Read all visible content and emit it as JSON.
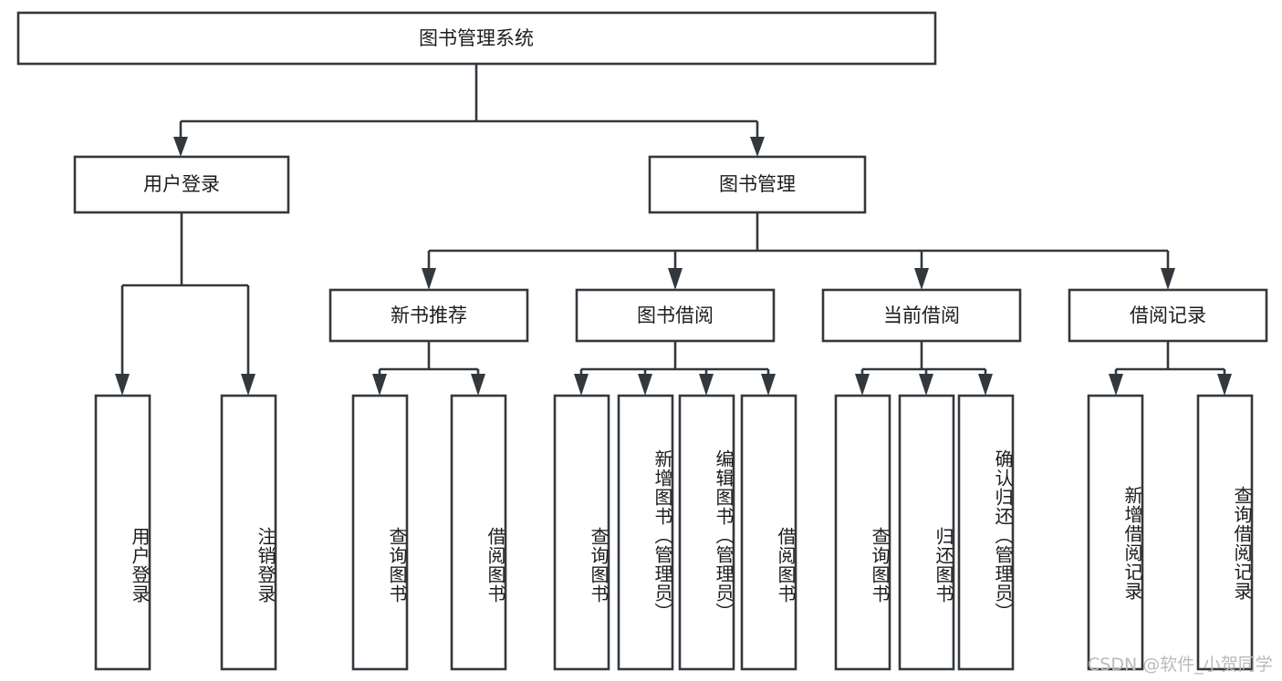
{
  "diagram": {
    "title": "图书管理系统",
    "type": "hierarchy-tree",
    "root": {
      "label": "图书管理系统"
    },
    "level2": [
      {
        "label": "用户登录"
      },
      {
        "label": "图书管理"
      }
    ],
    "level3": [
      {
        "label": "新书推荐"
      },
      {
        "label": "图书借阅"
      },
      {
        "label": "当前借阅"
      },
      {
        "label": "借阅记录"
      }
    ],
    "leaves": {
      "user_login": [
        {
          "label": "用户登录"
        },
        {
          "label": "注销登录"
        }
      ],
      "new_book_recommend": [
        {
          "label": "查询图书"
        },
        {
          "label": "借阅图书"
        }
      ],
      "book_borrow": [
        {
          "label": "查询图书"
        },
        {
          "label": "新增图书（管理员）"
        },
        {
          "label": "编辑图书（管理员）"
        },
        {
          "label": "借阅图书"
        }
      ],
      "current_borrow": [
        {
          "label": "查询图书"
        },
        {
          "label": "归还图书"
        },
        {
          "label": "确认归还（管理员）"
        }
      ],
      "borrow_record": [
        {
          "label": "新增借阅记录"
        },
        {
          "label": "查询借阅记录"
        }
      ]
    }
  },
  "watermark": {
    "text": "CSDN @软件_小贺同学"
  },
  "colors": {
    "stroke": "#33383d",
    "box_fill": "#ffffff",
    "text": "#1c1c1c",
    "watermark": "#b9babb",
    "background": "#ffffff"
  }
}
